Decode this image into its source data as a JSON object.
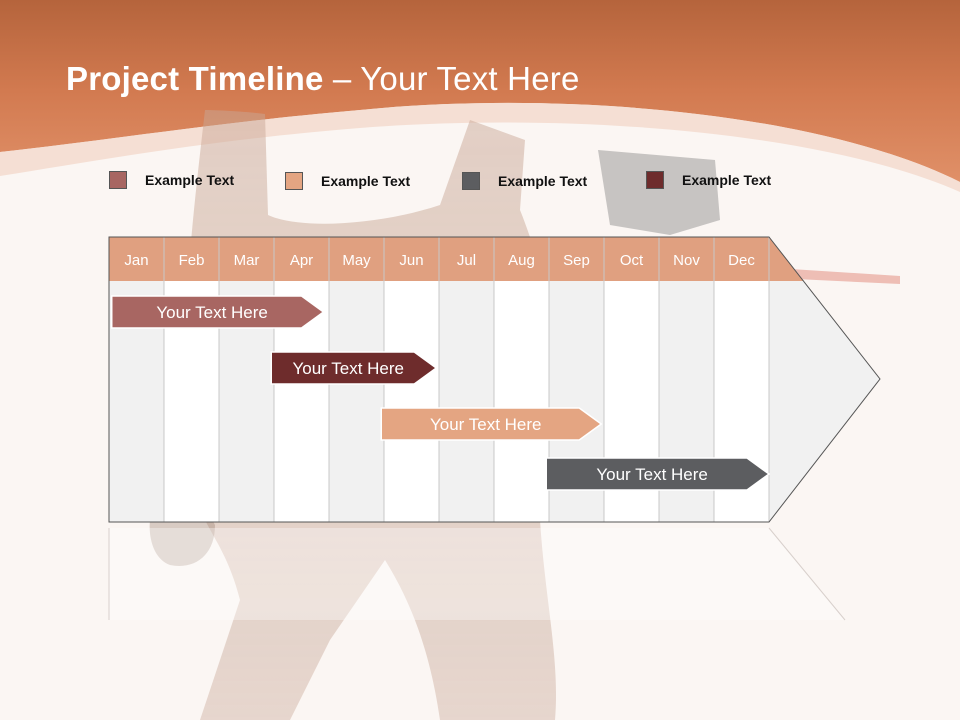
{
  "slide": {
    "title_bold": "Project Timeline",
    "title_rest": " – Your Text Here"
  },
  "colors": {
    "header": "#d98258",
    "month_header": "#e0a080",
    "stripe_light": "#f1f1f1",
    "stripe_white": "#ffffff"
  },
  "legend": [
    {
      "label": "Example Text",
      "color": "#a86662"
    },
    {
      "label": "Example Text",
      "color": "#e4a582"
    },
    {
      "label": "Example Text",
      "color": "#5c5d60"
    },
    {
      "label": "Example Text",
      "color": "#6e2c2c"
    }
  ],
  "chart_data": {
    "type": "timeline",
    "months": [
      "Jan",
      "Feb",
      "Mar",
      "Apr",
      "May",
      "Jun",
      "Jul",
      "Aug",
      "Sep",
      "Oct",
      "Nov",
      "Dec"
    ],
    "tasks": [
      {
        "label": "Your  Text Here",
        "start": 0.05,
        "end": 3.9,
        "color": "#a86662"
      },
      {
        "label": "Your  Text Here",
        "start": 2.95,
        "end": 5.95,
        "color": "#6e2c2c"
      },
      {
        "label": "Your  Text Here",
        "start": 4.95,
        "end": 8.95,
        "color": "#e4a582"
      },
      {
        "label": "Your  Text Here",
        "start": 7.95,
        "end": 12.0,
        "color": "#5c5d60"
      }
    ]
  }
}
